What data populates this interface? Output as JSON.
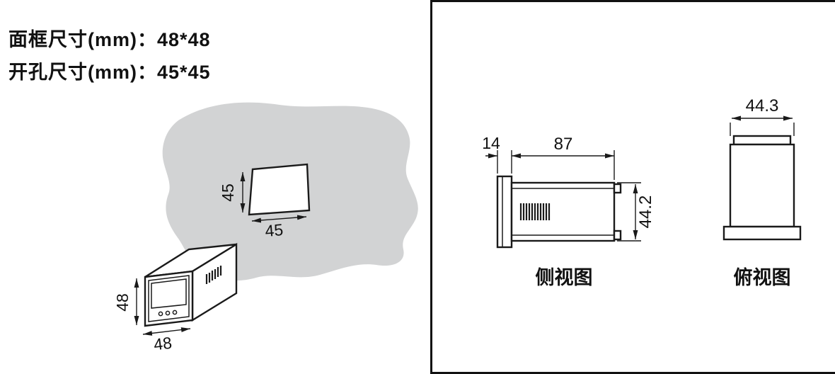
{
  "header": {
    "line1": "面框尺寸(mm)：48*48",
    "line2": "开孔尺寸(mm)：45*45"
  },
  "front_view": {
    "cutout_height": "45",
    "cutout_width": "45",
    "meter_height": "48",
    "meter_width": "48"
  },
  "side_view": {
    "label": "侧视图",
    "flange_depth": "14",
    "body_depth": "87",
    "height": "44.2"
  },
  "top_view": {
    "label": "俯视图",
    "width": "44.3"
  },
  "colors": {
    "panel_gray": "#d2d3d4",
    "line": "#1a1a1a"
  }
}
